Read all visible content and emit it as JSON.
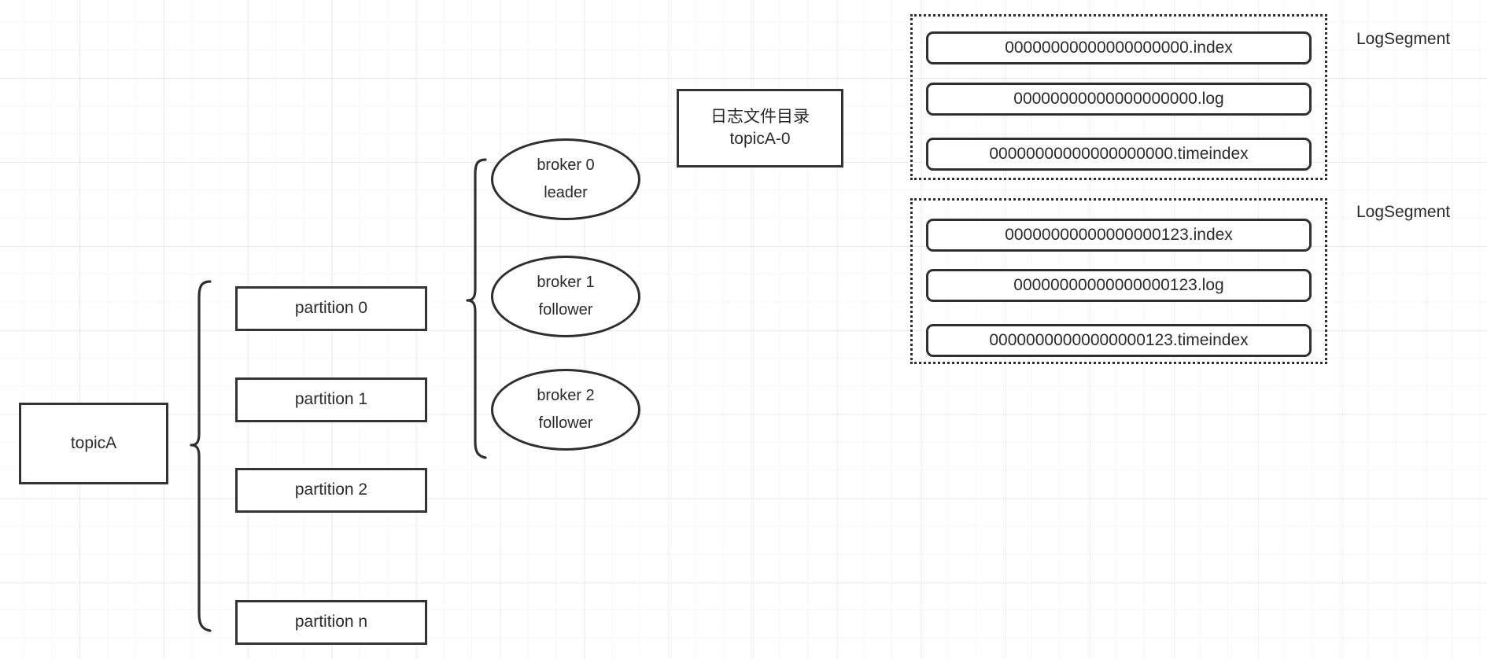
{
  "diagram": {
    "title_hidden": "Kafka topic partition and log segment structure",
    "topic": {
      "label": "topicA"
    },
    "partitions": [
      {
        "label": "partition 0"
      },
      {
        "label": "partition 1"
      },
      {
        "label": "partition 2"
      },
      {
        "label": "partition n"
      }
    ],
    "brokers": [
      {
        "name": "broker 0",
        "role": "leader"
      },
      {
        "name": "broker 1",
        "role": "follower"
      },
      {
        "name": "broker 2",
        "role": "follower"
      }
    ],
    "log_dir": {
      "line1": "日志文件目录",
      "line2": "topicA-0"
    },
    "segments": [
      {
        "label": "LogSegment",
        "files": [
          "00000000000000000000.index",
          "00000000000000000000.log",
          "00000000000000000000.timeindex"
        ]
      },
      {
        "label": "LogSegment",
        "files": [
          "00000000000000000123.index",
          "00000000000000000123.log",
          "00000000000000000123.timeindex"
        ]
      }
    ],
    "colors": {
      "stroke": "#2f2f2f",
      "text": "#2b2b2b",
      "background": "#ffffff",
      "grid_minor": "rgba(0,0,0,0.030)",
      "grid_major": "rgba(0,0,0,0.055)"
    }
  }
}
